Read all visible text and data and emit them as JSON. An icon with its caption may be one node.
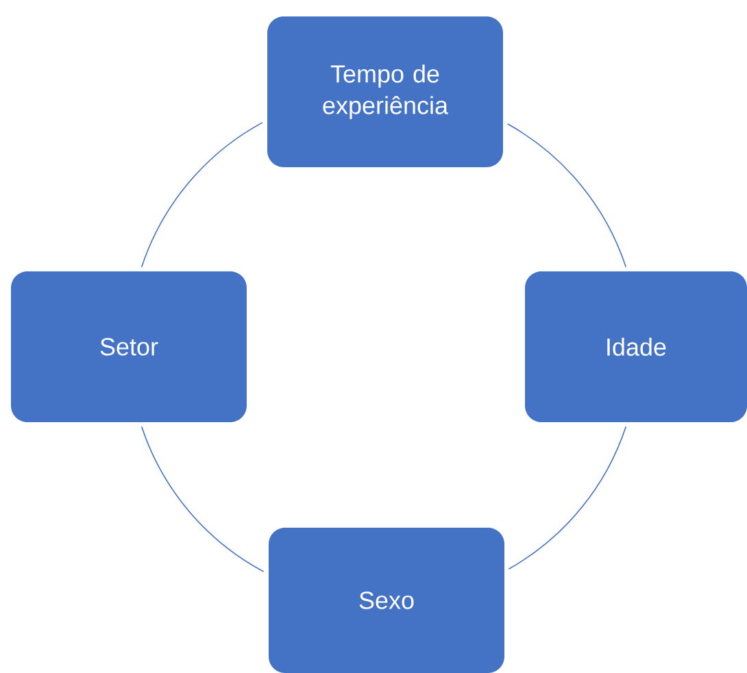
{
  "diagram": {
    "nodes": [
      {
        "text": [
          "Tempo de experiência"
        ]
      },
      {
        "text": [
          "Setor"
        ]
      },
      {
        "text": [
          "Idade"
        ]
      },
      {
        "text": [
          "Sexo"
        ]
      }
    ],
    "edges": [
      {
        "from": 0,
        "to": 2,
        "arrow": "none"
      },
      {
        "from": 2,
        "to": 3,
        "arrow": "none"
      },
      {
        "from": 3,
        "to": 1,
        "arrow": "none"
      },
      {
        "from": 1,
        "to": 0,
        "arrow": "none"
      }
    ]
  }
}
